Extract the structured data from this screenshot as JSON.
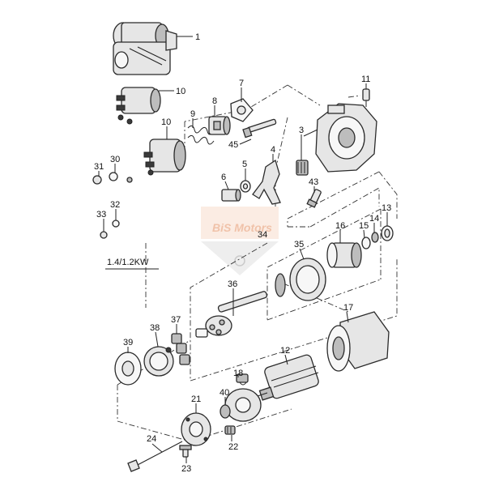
{
  "diagram": {
    "variant_label": "1.4/1.2KW",
    "watermark": "BiS Motors",
    "callouts": [
      "1",
      "10",
      "7",
      "11",
      "8",
      "9",
      "10",
      "3",
      "45",
      "4",
      "5",
      "6",
      "31",
      "30",
      "43",
      "32",
      "33",
      "13",
      "14",
      "15",
      "16",
      "34",
      "35",
      "36",
      "37",
      "38",
      "39",
      "17",
      "12",
      "18",
      "21",
      "40",
      "22",
      "24",
      "23"
    ]
  }
}
